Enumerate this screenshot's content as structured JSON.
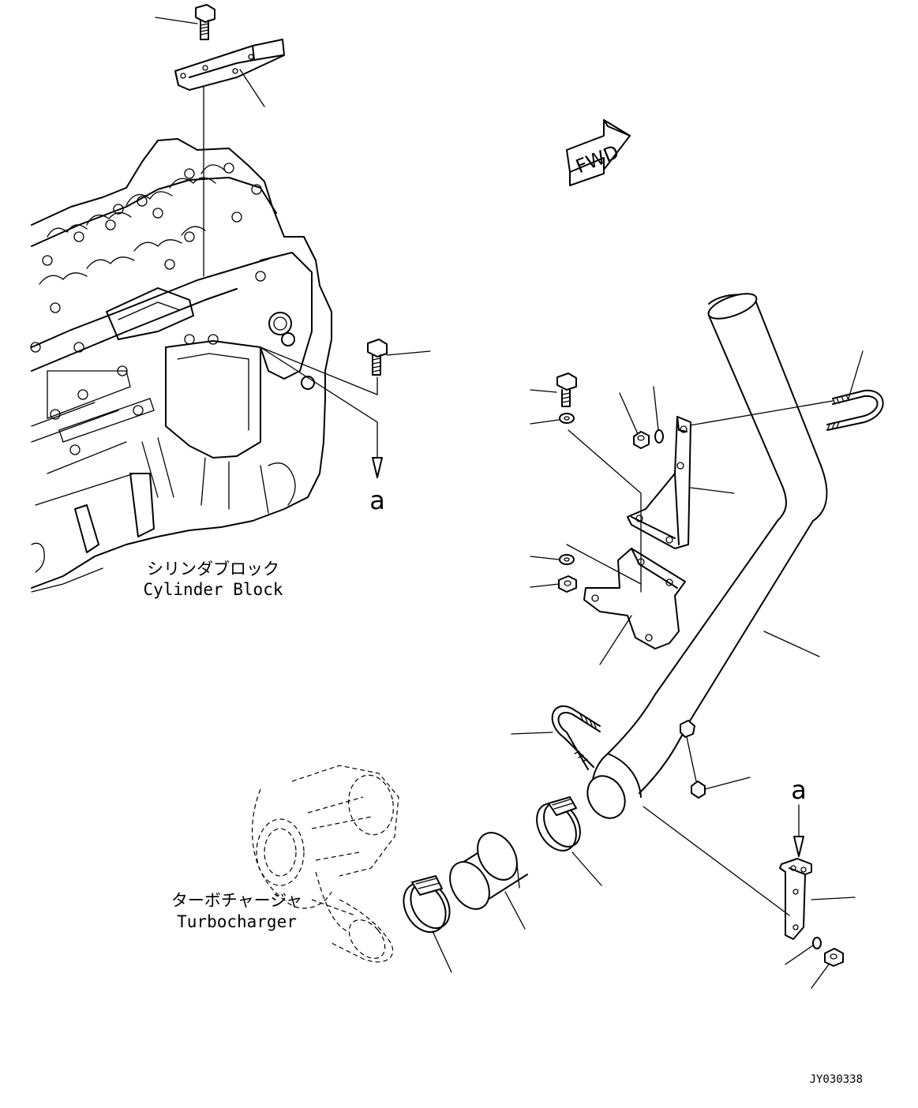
{
  "labels": {
    "cylinder_block_ja": "シリンダブロック",
    "cylinder_block_en": "Cylinder Block",
    "turbocharger_ja": "ターボチャージャ",
    "turbocharger_en": "Turbocharger",
    "ref_a_top": "a",
    "ref_a_bottom": "a",
    "fwd": "FWD",
    "drawing_id": "JY030338"
  },
  "icons": {
    "fwd_arrow": "forward-direction-arrow-icon"
  }
}
